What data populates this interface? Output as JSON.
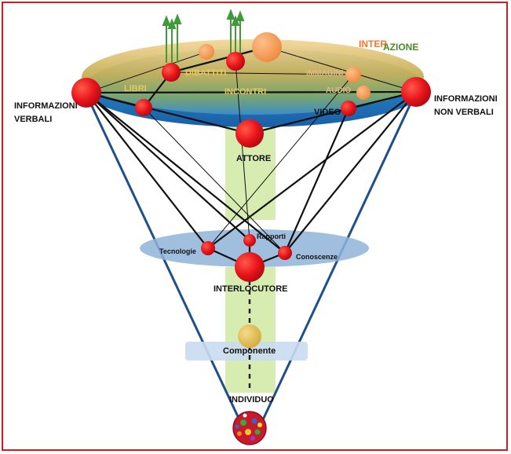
{
  "labels": {
    "interazione_prefix": "INTER",
    "interazione_suffix": "AZIONE",
    "informazioni_verbali_1": "INFORMAZIONI",
    "informazioni_verbali_2": "VERBALI",
    "informazioni_non_verbali_1": "INFORMAZIONI",
    "informazioni_non_verbali_2": "NON VERBALI",
    "dibattiti": "DIBATTITI",
    "libri": "LIBRI",
    "incontri": "INCONTRI",
    "immagini": "IMMAGINI",
    "audio": "AUDIO",
    "video": "VIDEO",
    "attore": "ATTORE",
    "tecnologie": "Tecnologie",
    "rapporti": "Rapporti",
    "conoscenze": "Conoscenze",
    "interlocutore": "INTERLOCUTORE",
    "componente": "Componente",
    "individuo": "INDIVIDUO"
  },
  "colors": {
    "frame": "#c8202a",
    "node_red": "#e8141b",
    "node_orange": "#f0904a",
    "node_gold": "#e0b84a",
    "cone_line": "#1f4f8a",
    "ellipse_blue": "#8fb4d8",
    "ellipse_light": "#c9dcf0",
    "column_green": "#d6ecb0",
    "arrow_green": "#3f9a3a",
    "interazione_orange": "#f07a2a",
    "interazione_green": "#4a8a2a",
    "label_gold": "#e8c860"
  },
  "icons": {
    "arrows": "green-up-arrows-icon",
    "individuo": "colorful-ball-icon"
  }
}
